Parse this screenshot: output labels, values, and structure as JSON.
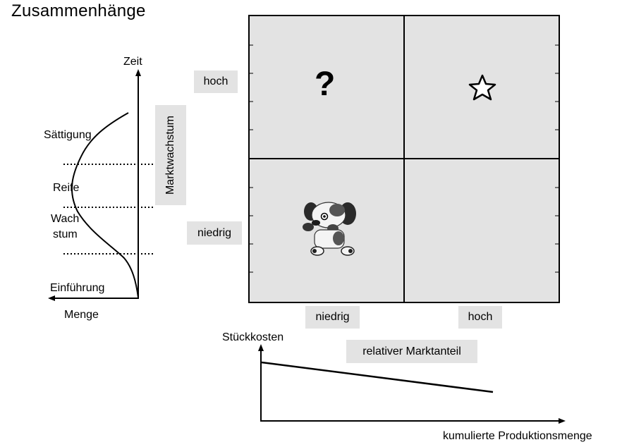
{
  "title": "Zusammenhänge",
  "lifecycle": {
    "y_axis_label": "Zeit",
    "x_axis_label": "Menge",
    "phases": [
      "Sättigung",
      "Reife",
      "Wach",
      "stum",
      "Einführung"
    ]
  },
  "matrix": {
    "y_axis_label": "Marktwachstum",
    "y_levels": [
      "hoch",
      "niedrig"
    ],
    "x_levels": [
      "niedrig",
      "hoch"
    ],
    "x_axis_label": "relativer Marktanteil",
    "cells": [
      {
        "position": "top-left",
        "symbol": "?",
        "icon": "question-mark-icon"
      },
      {
        "position": "top-right",
        "symbol": "☆",
        "icon": "star-icon"
      },
      {
        "position": "bottom-left",
        "icon": "dog-icon"
      },
      {
        "position": "bottom-right",
        "icon": "empty"
      }
    ],
    "colors": {
      "cell_fill": "#e3e3e3",
      "grid_line": "#000000"
    }
  },
  "experience_curve": {
    "y_axis_label": "Stückkosten",
    "x_axis_label": "kumulierte Produktionsmenge"
  }
}
